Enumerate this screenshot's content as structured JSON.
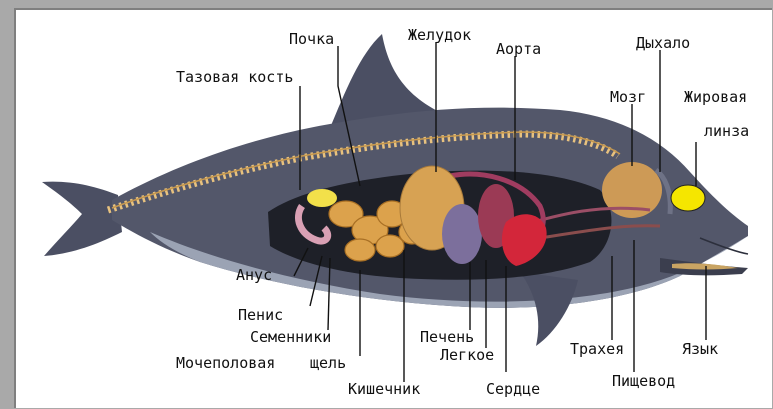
{
  "labels": {
    "kidney": "Почка",
    "stomach": "Желудок",
    "aorta": "Аорта",
    "blowhole": "Дыхало",
    "pelvic_bone": "Тазовая кость",
    "brain": "Мозг",
    "fat_lens_1": "Жировая",
    "fat_lens_2": "линза",
    "anus": "Анус",
    "penis": "Пенис",
    "testes": "Семенники",
    "urogenital_1": "Мочеполовая",
    "urogenital_2": "щель",
    "intestine": "Кишечник",
    "liver": "Печень",
    "lung": "Легкое",
    "heart": "Сердце",
    "trachea": "Трахея",
    "esophagus": "Пищевод",
    "tongue": "Язык"
  },
  "colors": {
    "body": "#53576a",
    "belly": "#9ba3b4",
    "cavity": "#1e2028",
    "spine": "#e8c27f",
    "intestine": "#dca24c",
    "stomach": "#d7a253",
    "liver": "#7c6f9c",
    "lung": "#9b3a55",
    "heart": "#d3263a",
    "fat_lens": "#f5e600"
  }
}
